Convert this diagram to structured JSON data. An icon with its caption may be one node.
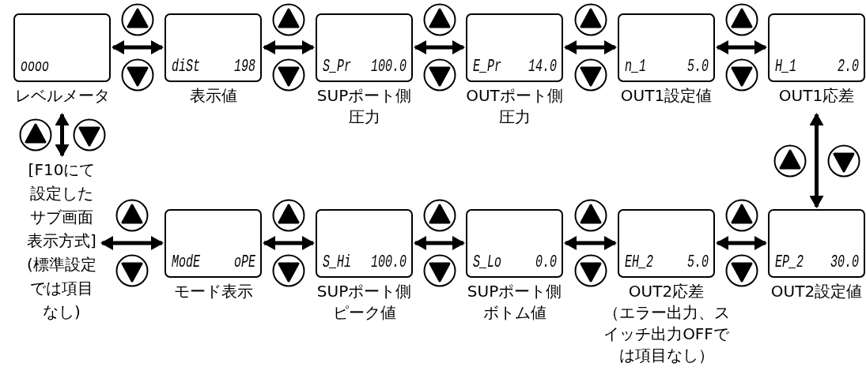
{
  "diagram": {
    "nodes": [
      {
        "text": [
          "oooo"
        ],
        "beside": [
          "レベルメータ"
        ]
      },
      {
        "text": [
          "diSt",
          "198"
        ],
        "beside": [
          "表示値"
        ]
      },
      {
        "text": [
          "S_Pr",
          "100.0"
        ],
        "beside": [
          "SUPポート側圧力"
        ]
      },
      {
        "text": [
          "E_Pr",
          "14.0"
        ],
        "beside": [
          "OUTポート側圧力"
        ]
      },
      {
        "text": [
          "n_1",
          "5.0"
        ],
        "beside": [
          "OUT1設定値"
        ]
      },
      {
        "text": [
          "H_1",
          "2.0"
        ],
        "beside": [
          "OUT1応差"
        ]
      },
      {
        "text": [
          "[F10にて設定したサブ画面表示方式]",
          "(標準設定では項目なし)"
        ]
      },
      {
        "text": [
          "ModE",
          "oPE"
        ],
        "beside": [
          "モード表示"
        ]
      },
      {
        "text": [
          "S_Hi",
          "100.0"
        ],
        "beside": [
          "SUPポート側ピーク値"
        ]
      },
      {
        "text": [
          "S_Lo",
          "0.0"
        ],
        "beside": [
          "SUPポート側ボトム値"
        ]
      },
      {
        "text": [
          "EH_2",
          "5.0"
        ],
        "beside": [
          "OUT2応差",
          "（エラー出力、スイッチ出力OFFでは項目なし）"
        ]
      },
      {
        "text": [
          "EP_2",
          "30.0"
        ],
        "beside": [
          "OUT2設定値"
        ]
      }
    ],
    "edges": [
      {
        "from": 0,
        "to": 1,
        "arrow": "both"
      },
      {
        "from": 1,
        "to": 2,
        "arrow": "both"
      },
      {
        "from": 2,
        "to": 3,
        "arrow": "both"
      },
      {
        "from": 3,
        "to": 4,
        "arrow": "both"
      },
      {
        "from": 4,
        "to": 5,
        "arrow": "both"
      },
      {
        "from": 5,
        "to": 11,
        "arrow": "both"
      },
      {
        "from": 0,
        "to": 6,
        "arrow": "both"
      },
      {
        "from": 6,
        "to": 7,
        "arrow": "both"
      },
      {
        "from": 7,
        "to": 8,
        "arrow": "both"
      },
      {
        "from": 8,
        "to": 9,
        "arrow": "both"
      },
      {
        "from": 9,
        "to": 10,
        "arrow": "both"
      },
      {
        "from": 10,
        "to": 11,
        "arrow": "both"
      }
    ]
  }
}
